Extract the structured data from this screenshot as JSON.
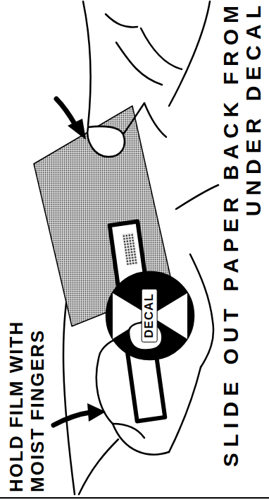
{
  "diagram": {
    "labels": [
      "SLIDE OUT PAPER BACK FROM UNDER DECAL",
      "HOLD FILM WITH MOIST FINGERS",
      "DECAL"
    ]
  }
}
